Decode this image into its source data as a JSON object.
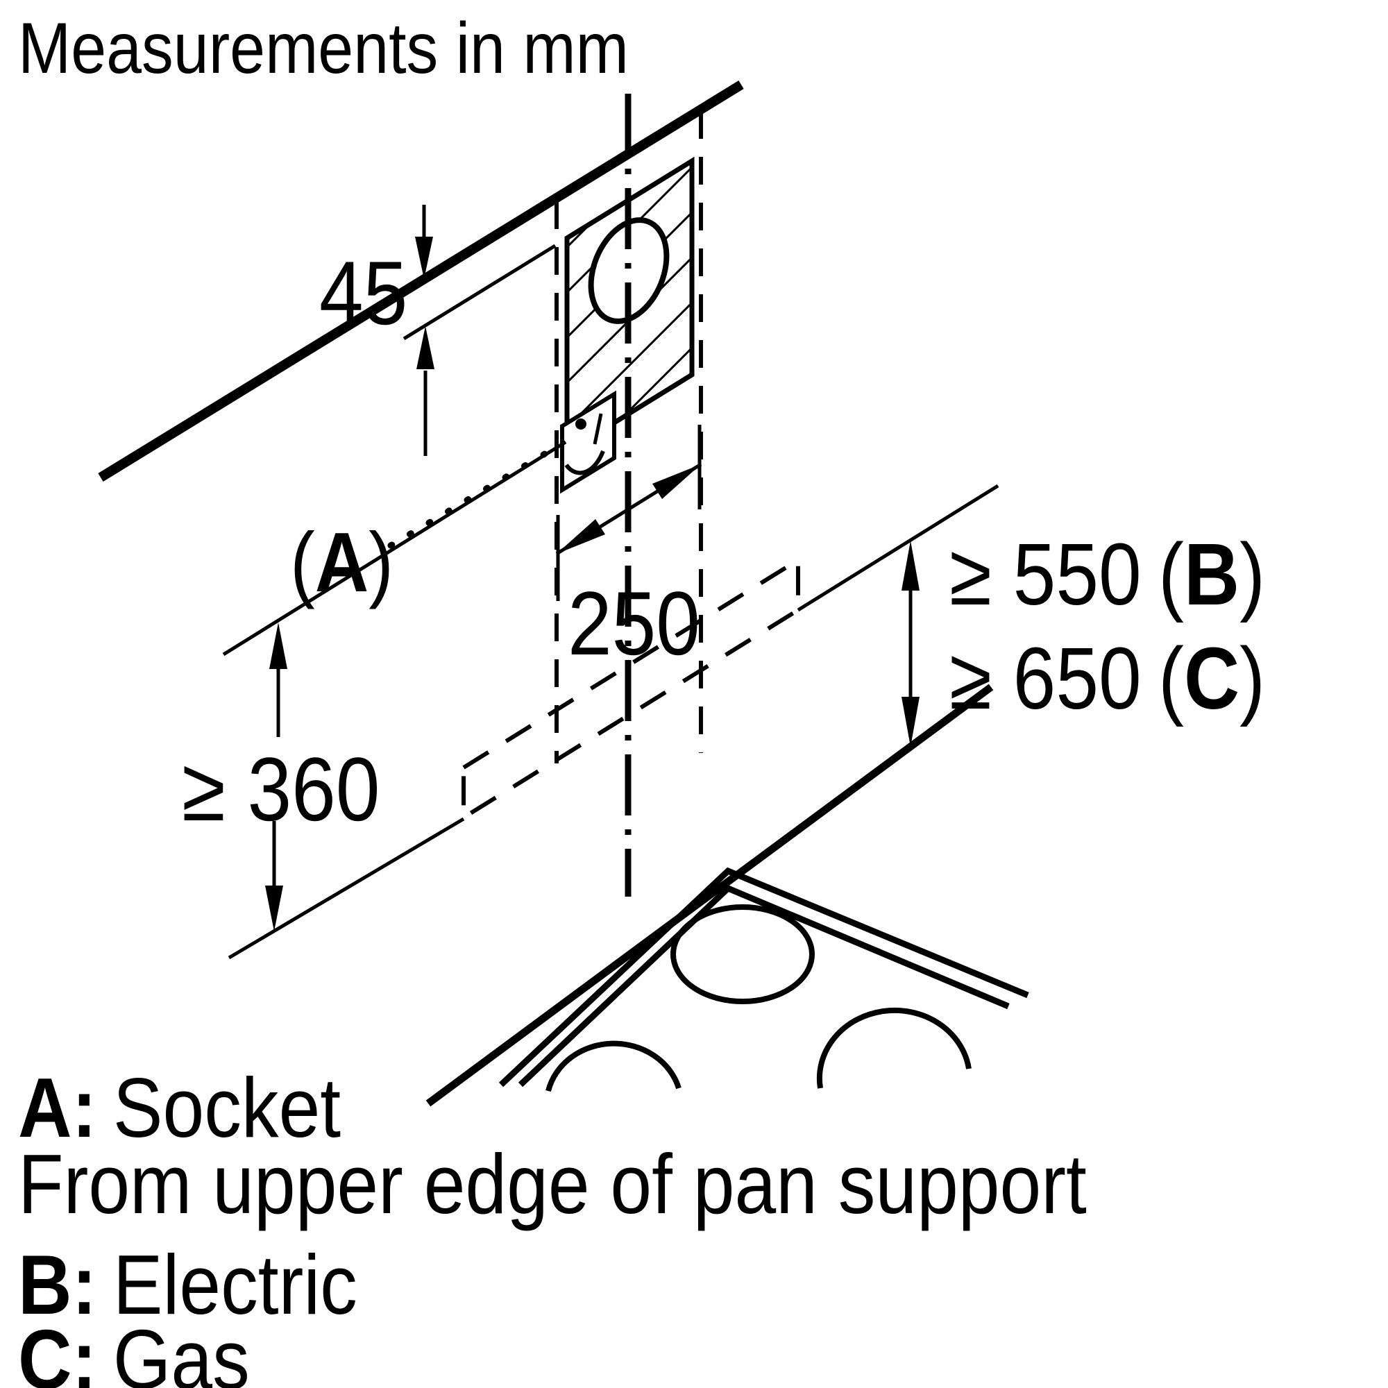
{
  "title": "Measurements in mm",
  "dims": {
    "ceiling_gap": "45",
    "duct_width": "250",
    "socket_ref": "A",
    "min_distance_wall": "≥ 360",
    "min_distance_electric": "≥ 550",
    "electric_ref": "B",
    "min_distance_gas": "≥ 650",
    "gas_ref": "C",
    "paren_open": "(",
    "paren_close": ")"
  },
  "legend": {
    "a_key": "A:",
    "a_text": "Socket",
    "a_note": "From upper edge of pan support",
    "b_key": "B:",
    "b_text": "Electric",
    "c_key": "C:",
    "c_text": "Gas"
  },
  "colors": {
    "ink": "#000000",
    "background": "#ffffff"
  }
}
